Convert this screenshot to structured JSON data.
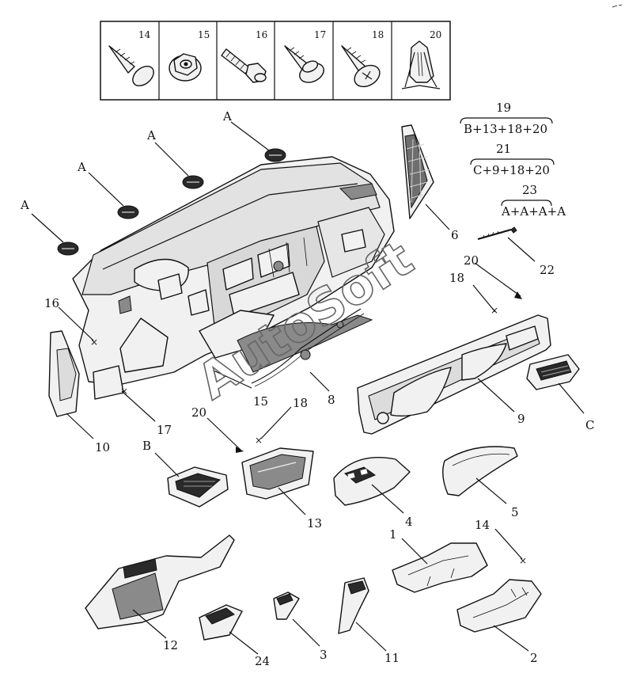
{
  "fastener_panel": {
    "items": [
      {
        "num": "14",
        "icon": "tapping-screw-icon"
      },
      {
        "num": "15",
        "icon": "hex-nut-icon"
      },
      {
        "num": "16",
        "icon": "hex-bolt-icon"
      },
      {
        "num": "17",
        "icon": "push-rivet-icon"
      },
      {
        "num": "18",
        "icon": "pan-head-screw-icon"
      },
      {
        "num": "20",
        "icon": "spring-clip-icon"
      }
    ]
  },
  "kits": [
    {
      "num": "19",
      "formula": "B+13+18+20"
    },
    {
      "num": "21",
      "formula": "C+9+18+20"
    },
    {
      "num": "23",
      "formula": "A+A+A+A"
    }
  ],
  "callouts": {
    "a1": "A",
    "a2": "A",
    "a3": "A",
    "a4": "A",
    "b": "B",
    "c": "C",
    "n1": "1",
    "n2": "2",
    "n3": "3",
    "n4": "4",
    "n5": "5",
    "n6": "6",
    "n8": "8",
    "n9": "9",
    "n10": "10",
    "n11": "11",
    "n12": "12",
    "n13": "13",
    "n14": "14",
    "n15": "15",
    "n16": "16",
    "n17": "17",
    "n18a": "18",
    "n18b": "18",
    "n20a": "20",
    "n20b": "20",
    "n22": "22",
    "n24": "24"
  },
  "watermark": "AutoSoft"
}
